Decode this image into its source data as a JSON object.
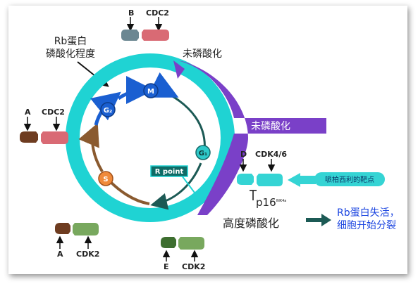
{
  "rb_label": {
    "line1": "Rb蛋白",
    "line2": "磷酸化程度"
  },
  "unphos_top": "未磷酸化",
  "unphos_band": "未磷酸化",
  "high_phos": "高度磷酸化",
  "result": {
    "line1": "Rb蛋白失活，",
    "line2": "细胞开始分裂"
  },
  "target_label": "哌柏西利的靶点",
  "phases": {
    "g1": "G₁",
    "s": "S",
    "g2": "G₂",
    "m": "M"
  },
  "r_point": "R point",
  "inhibitor": {
    "main": "p16",
    "sup": "INK4a"
  },
  "complexes": {
    "top": {
      "cyclin": "B",
      "cdk": "CDC2"
    },
    "left": {
      "cyclin": "A",
      "cdk": "CDC2"
    },
    "bottom_left": {
      "cyclin": "A",
      "cdk": "CDK2"
    },
    "bottom": {
      "cyclin": "E",
      "cdk": "CDK2"
    },
    "right": {
      "cyclin": "D",
      "cdk": "CDK4/6"
    }
  },
  "colors": {
    "ring": "#1fd3d3",
    "purple": "#7a40c8",
    "teal_dark": "#1c5a55",
    "brown": "#8a5a2f",
    "blue": "#1a5fd1",
    "orange": "#f08a3a",
    "result_blue": "#1a44e0"
  }
}
